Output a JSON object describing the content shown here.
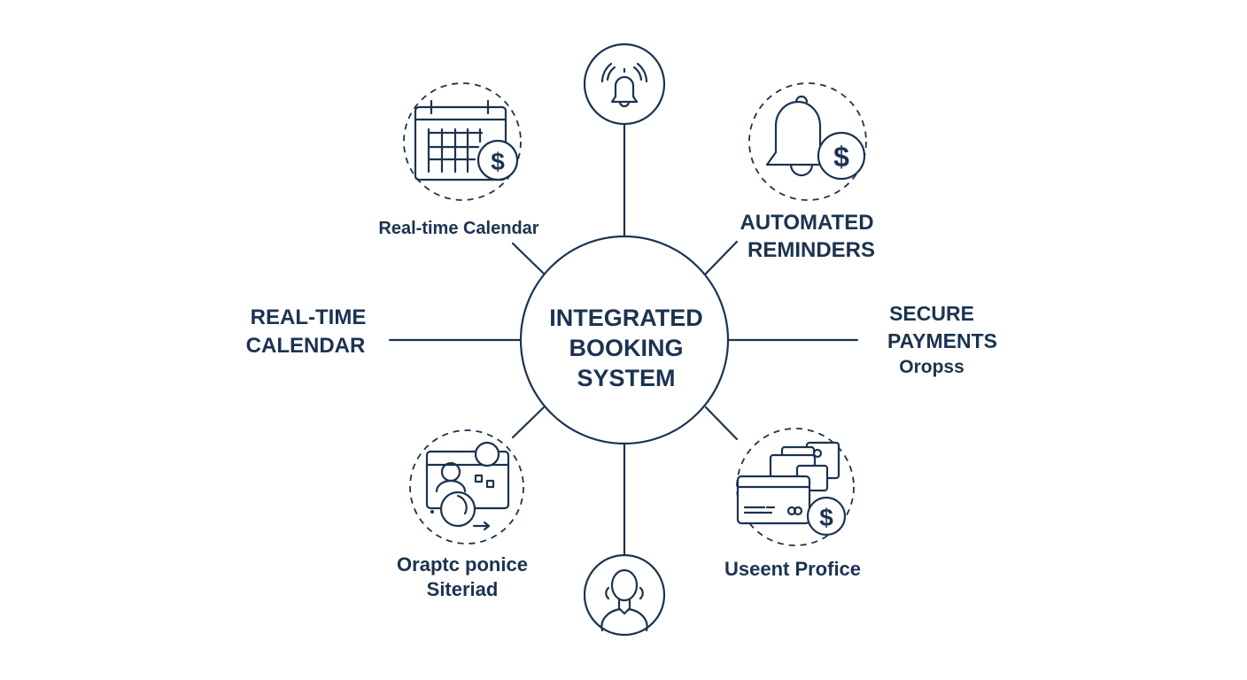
{
  "colors": {
    "primary": "#1b3350",
    "background": "#ffffff"
  },
  "center": {
    "lines": [
      "INTEGRATED",
      "BOOKING",
      "SYSTEM"
    ]
  },
  "nodes": {
    "calendar_icon_label": "Real-time Calendar",
    "reminders": [
      "AUTOMATED",
      "REMINDERS"
    ],
    "left": [
      "REAL-TIME",
      "CALENDAR"
    ],
    "right": [
      "SECURE",
      "PAYMENTS",
      "Oropss"
    ],
    "video": [
      "Oraptc ponice",
      "Siteriad"
    ],
    "cards": "Useent Profice"
  },
  "icons": [
    "notification-bell-icon",
    "calendar-dollar-icon",
    "bell-dollar-icon",
    "video-call-icon",
    "payment-cards-icon",
    "user-headset-icon"
  ]
}
